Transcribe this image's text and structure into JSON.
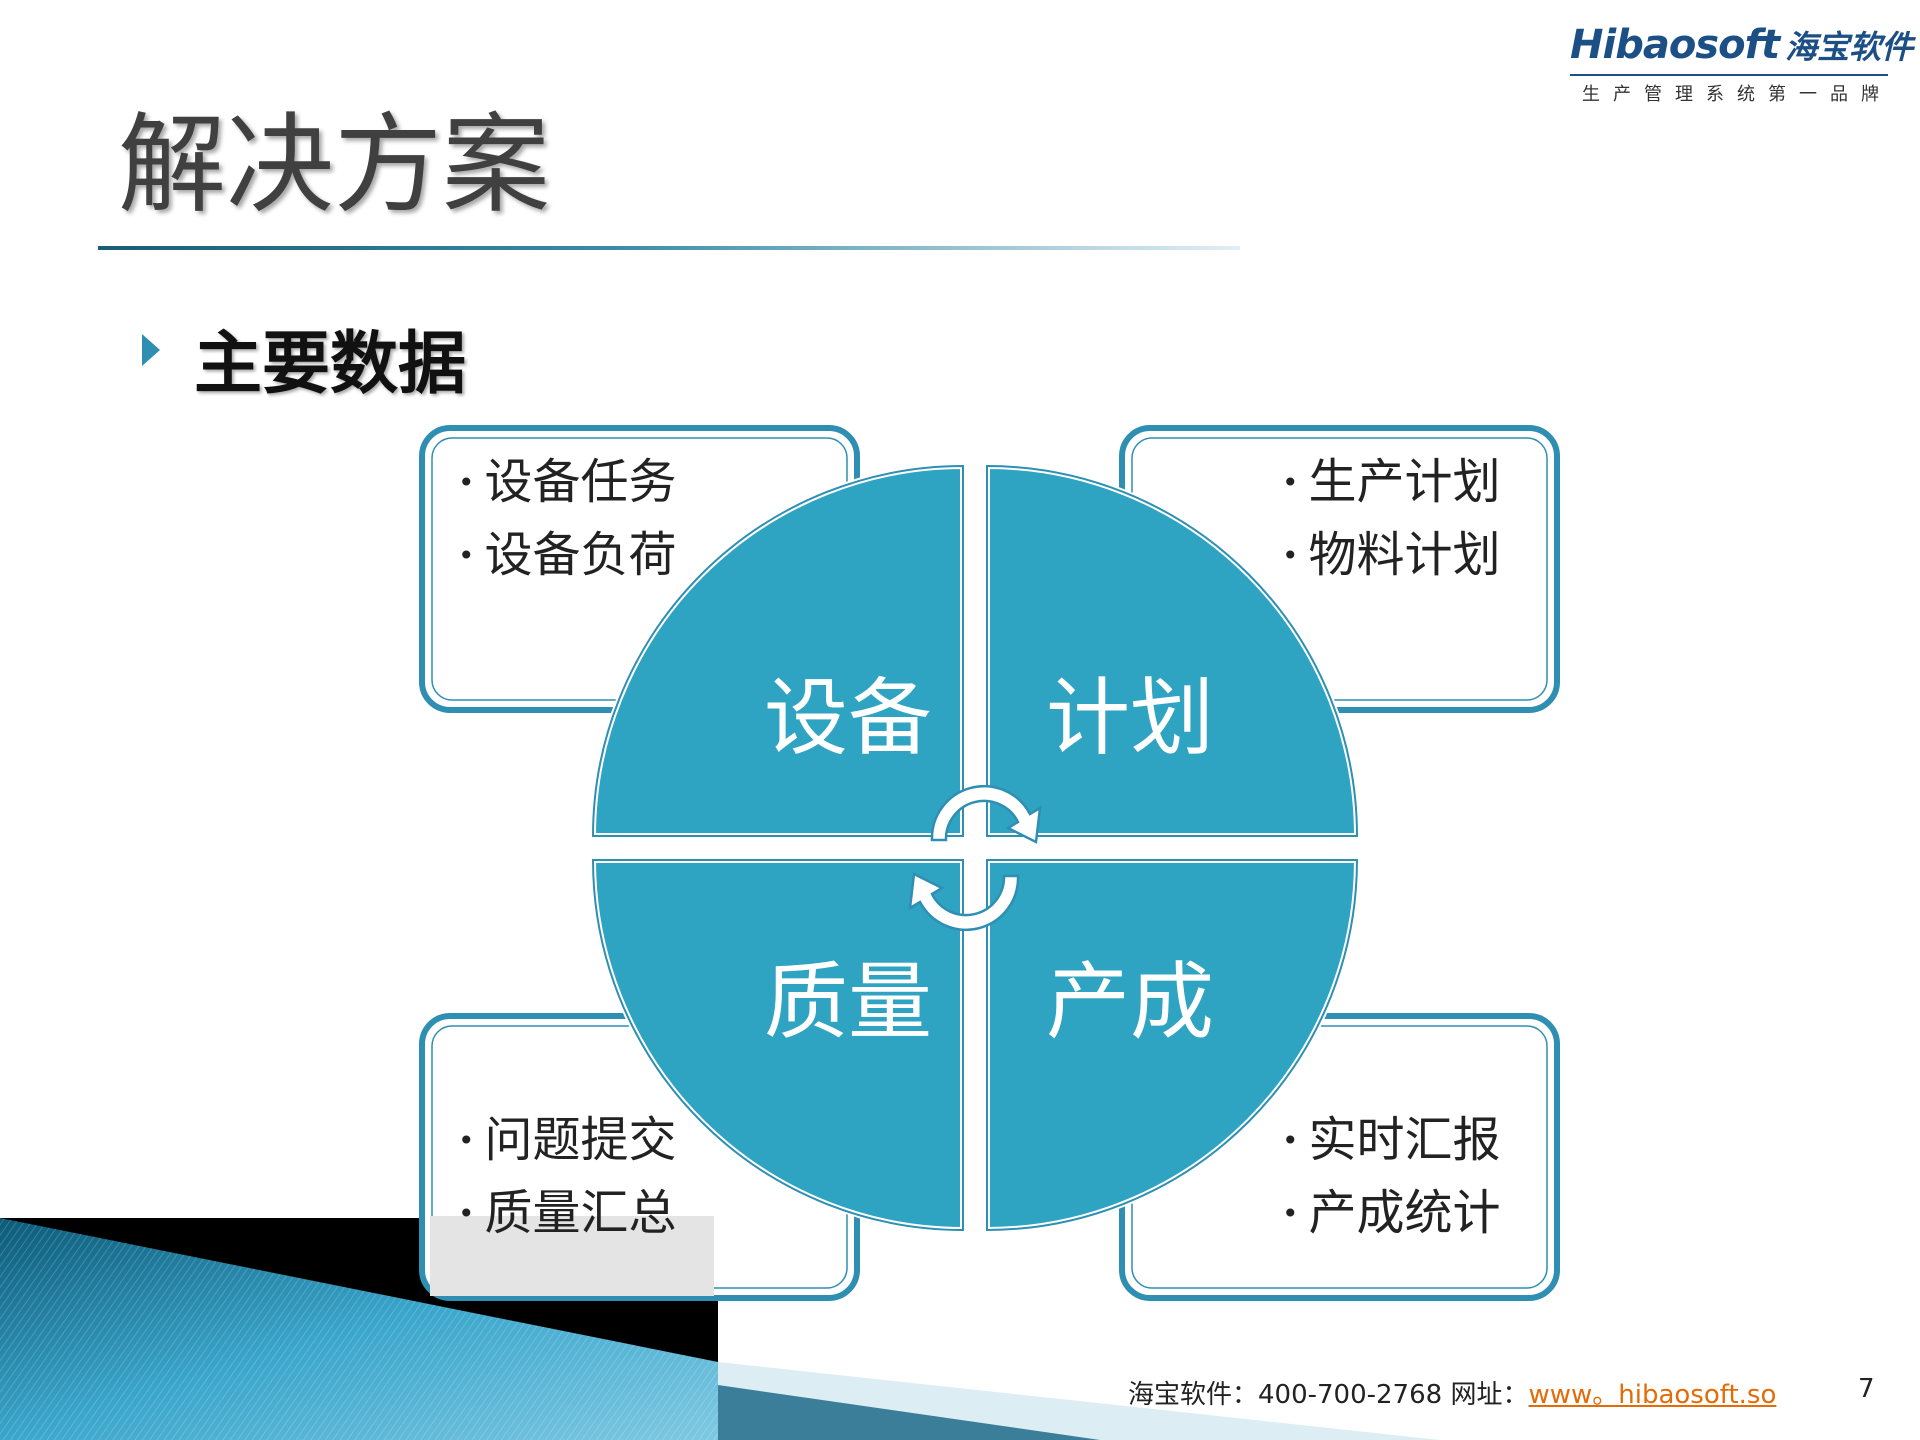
{
  "logo": {
    "brand": "Hibaosoft",
    "brand_cn": "海宝软件",
    "slogan": "生产管理系统第一品牌"
  },
  "title": "解决方案",
  "subtitle": "主要数据",
  "colors": {
    "accent": "#2fa3c2",
    "box_border": "#2e8fb3",
    "title_rule": "#1a5c78",
    "link": "#e36c09"
  },
  "diagram": {
    "quadrants": [
      {
        "label": "设备",
        "items": [
          "设备任务",
          "设备负荷"
        ]
      },
      {
        "label": "计划",
        "items": [
          "生产计划",
          "物料计划"
        ]
      },
      {
        "label": "质量",
        "items": [
          "问题提交",
          "质量汇总"
        ]
      },
      {
        "label": "产成",
        "items": [
          "实时汇报",
          "产成统计"
        ]
      }
    ],
    "bullet": "•"
  },
  "footer": {
    "contact": "海宝软件：400-700-2768  网址：",
    "website": "www。hibaosoft.so",
    "page_number": "7"
  }
}
